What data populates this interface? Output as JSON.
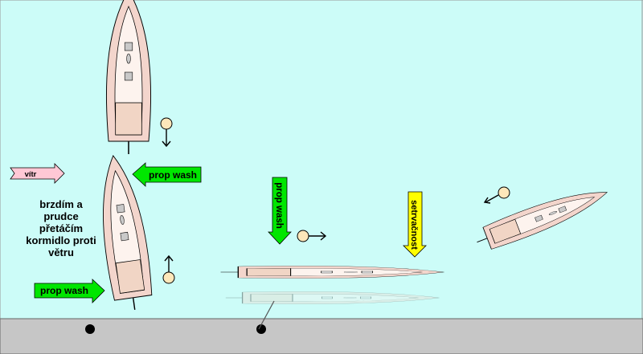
{
  "labels": {
    "wind": "vítr",
    "prop_wash": "prop wash",
    "inertia": "setrvačnost",
    "instruction_lines": [
      "brzdím a",
      "prudce",
      "přetáčím",
      "kormidlo proti",
      "větru"
    ]
  },
  "colors": {
    "water": "#ccfcf8",
    "dock": "#c6c6c6",
    "hull": "#f3d5cc",
    "deck": "#fdf3ee",
    "cockpit": "#f1d5c5",
    "hatch": "#c9c9c9",
    "wind_arrow": "#ffc8d5",
    "prop_wash_arrow": "#00e600",
    "inertia_arrow": "#ffff00",
    "person": "#fde7ba"
  }
}
